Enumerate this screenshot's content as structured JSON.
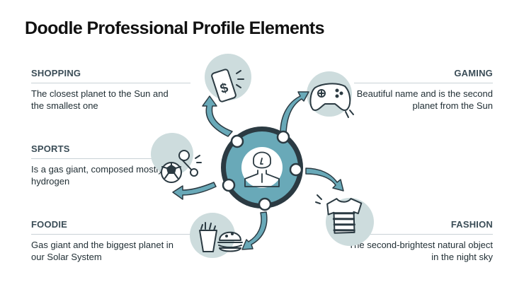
{
  "title": "Doodle Professional Profile Elements",
  "items": [
    {
      "label": "SHOPPING",
      "desc": "The closest planet to the Sun and the smallest one"
    },
    {
      "label": "SPORTS",
      "desc": "Is a gas giant, composed mostly of hydrogen"
    },
    {
      "label": "FOODIE",
      "desc": "Gas giant and the biggest planet in our Solar System"
    },
    {
      "label": "GAMING",
      "desc": "Beautiful name and is the second planet from the Sun"
    },
    {
      "label": "FASHION",
      "desc": "The second-brightest natural object in the night sky"
    }
  ],
  "colors": {
    "accent": "#69a9b8",
    "dark": "#2b3a42",
    "blob": "#cddcdd",
    "text": "#1f2d33"
  }
}
